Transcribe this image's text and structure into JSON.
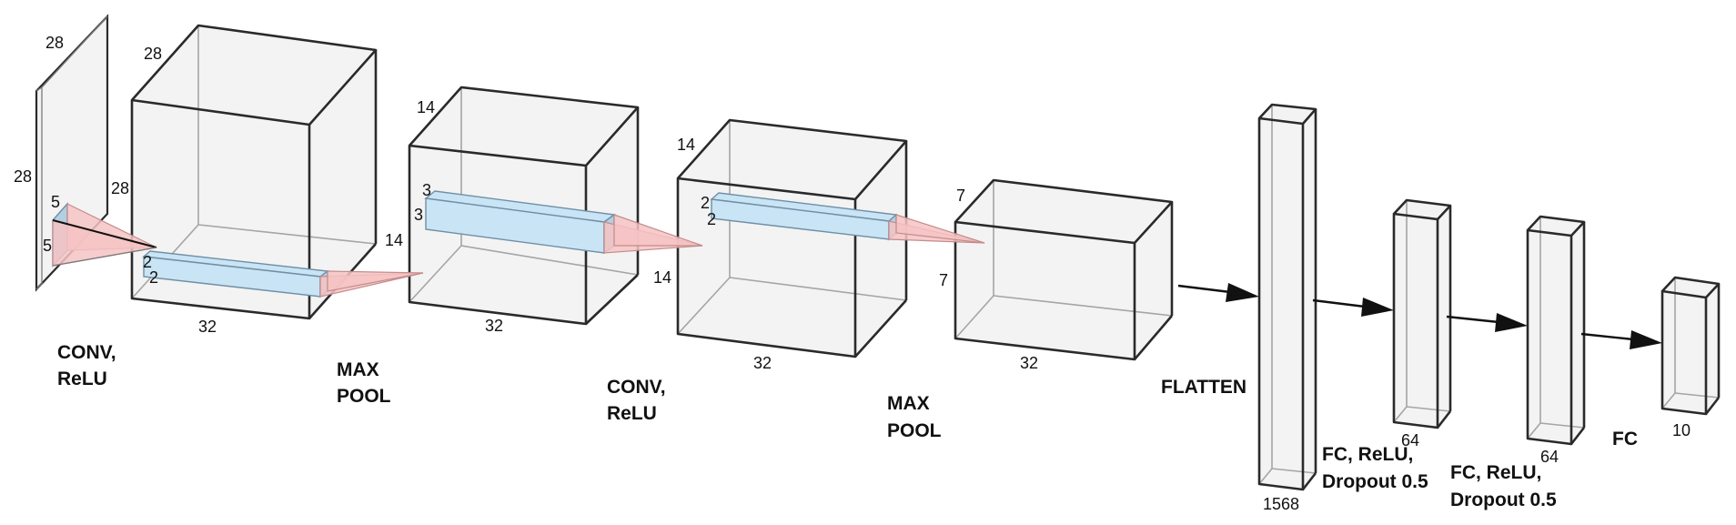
{
  "layers": [
    {
      "id": "input",
      "labels": [
        "28",
        "28",
        "28"
      ]
    },
    {
      "id": "conv1",
      "labels": [
        "28",
        "28",
        "14",
        "32"
      ]
    },
    {
      "id": "pool1",
      "labels": [
        "14",
        "32"
      ]
    },
    {
      "id": "conv2",
      "labels": [
        "14",
        "14",
        "32"
      ]
    },
    {
      "id": "pool2",
      "labels": [
        "7",
        "7",
        "32"
      ]
    },
    {
      "id": "flatten",
      "labels": [
        "1568"
      ]
    },
    {
      "id": "fc1",
      "labels": [
        "64"
      ]
    },
    {
      "id": "fc2",
      "labels": [
        "64"
      ]
    },
    {
      "id": "fc3",
      "labels": [
        "10"
      ]
    }
  ],
  "kernels": [
    {
      "id": "k1",
      "labels": [
        "5",
        "5"
      ]
    },
    {
      "id": "k2",
      "labels": [
        "2",
        "2"
      ]
    },
    {
      "id": "k3",
      "labels": [
        "3",
        "3"
      ]
    },
    {
      "id": "k4",
      "labels": [
        "2",
        "2"
      ]
    }
  ],
  "operations": [
    {
      "id": "conv-relu-1",
      "lines": [
        "CONV,",
        "ReLU"
      ]
    },
    {
      "id": "max-pool-1",
      "lines": [
        "MAX",
        "POOL"
      ]
    },
    {
      "id": "conv-relu-2",
      "lines": [
        "CONV,",
        "ReLU"
      ]
    },
    {
      "id": "max-pool-2",
      "lines": [
        "MAX",
        "POOL"
      ]
    },
    {
      "id": "flatten",
      "lines": [
        "FLATTEN"
      ]
    },
    {
      "id": "fc-relu-dropout-1",
      "lines": [
        "FC, ReLU,",
        "Dropout 0.5"
      ]
    },
    {
      "id": "fc-relu-dropout-2",
      "lines": [
        "FC, ReLU,",
        "Dropout 0.5"
      ]
    },
    {
      "id": "fc-out",
      "lines": [
        "FC"
      ]
    }
  ]
}
